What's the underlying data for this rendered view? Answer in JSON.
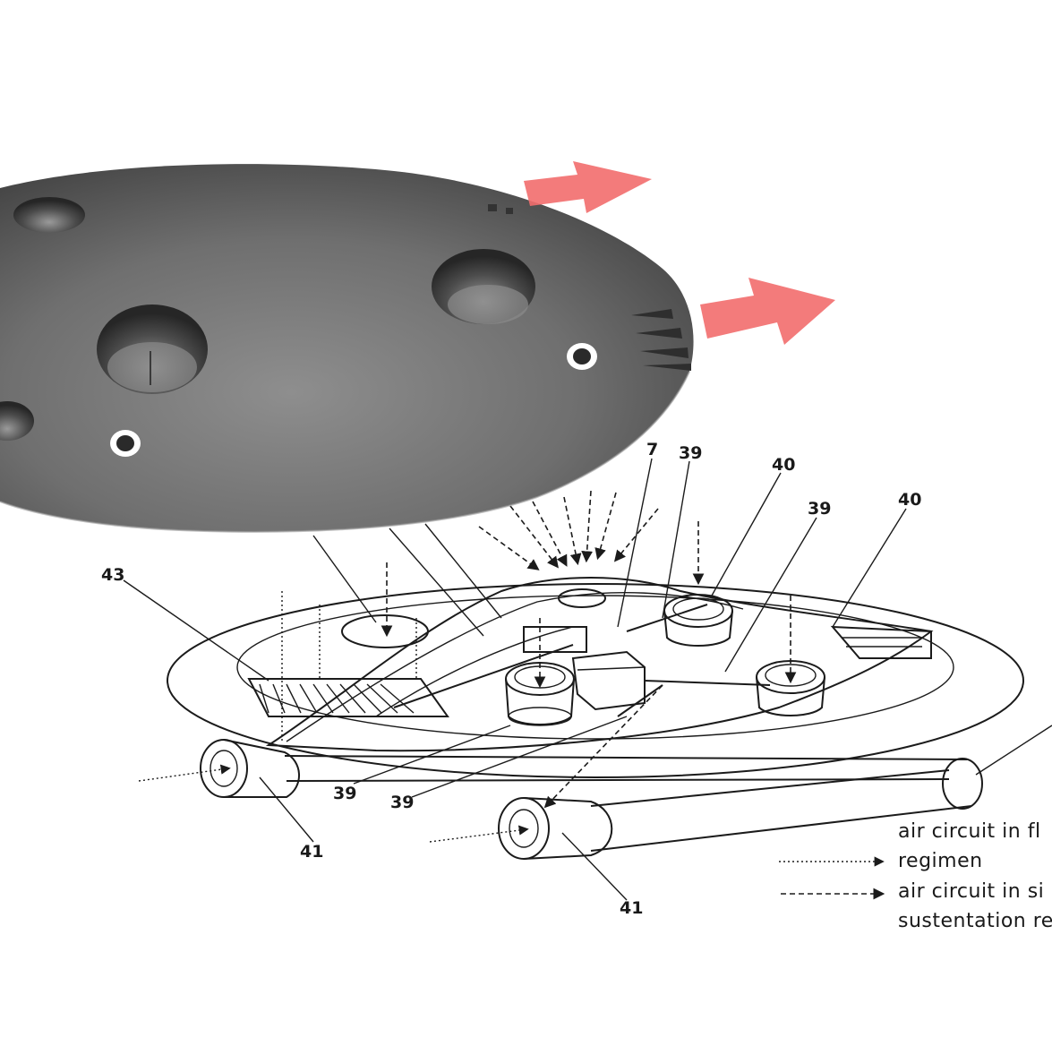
{
  "labels": {
    "l7": "7",
    "l39a": "39",
    "l40a": "40",
    "l39b": "39",
    "l40b": "40",
    "l43": "43",
    "l39c": "39",
    "l39d": "39",
    "l41a": "41",
    "l41b": "41"
  },
  "legend": {
    "flight_line1": "air circuit in fl",
    "flight_line2": "regimen",
    "sust_line1": "air circuit in si",
    "sust_line2": "sustentation re"
  },
  "colors": {
    "arrow": "#f26d6d",
    "hull": "#7a7a7a",
    "ink": "#1b1b1b"
  }
}
